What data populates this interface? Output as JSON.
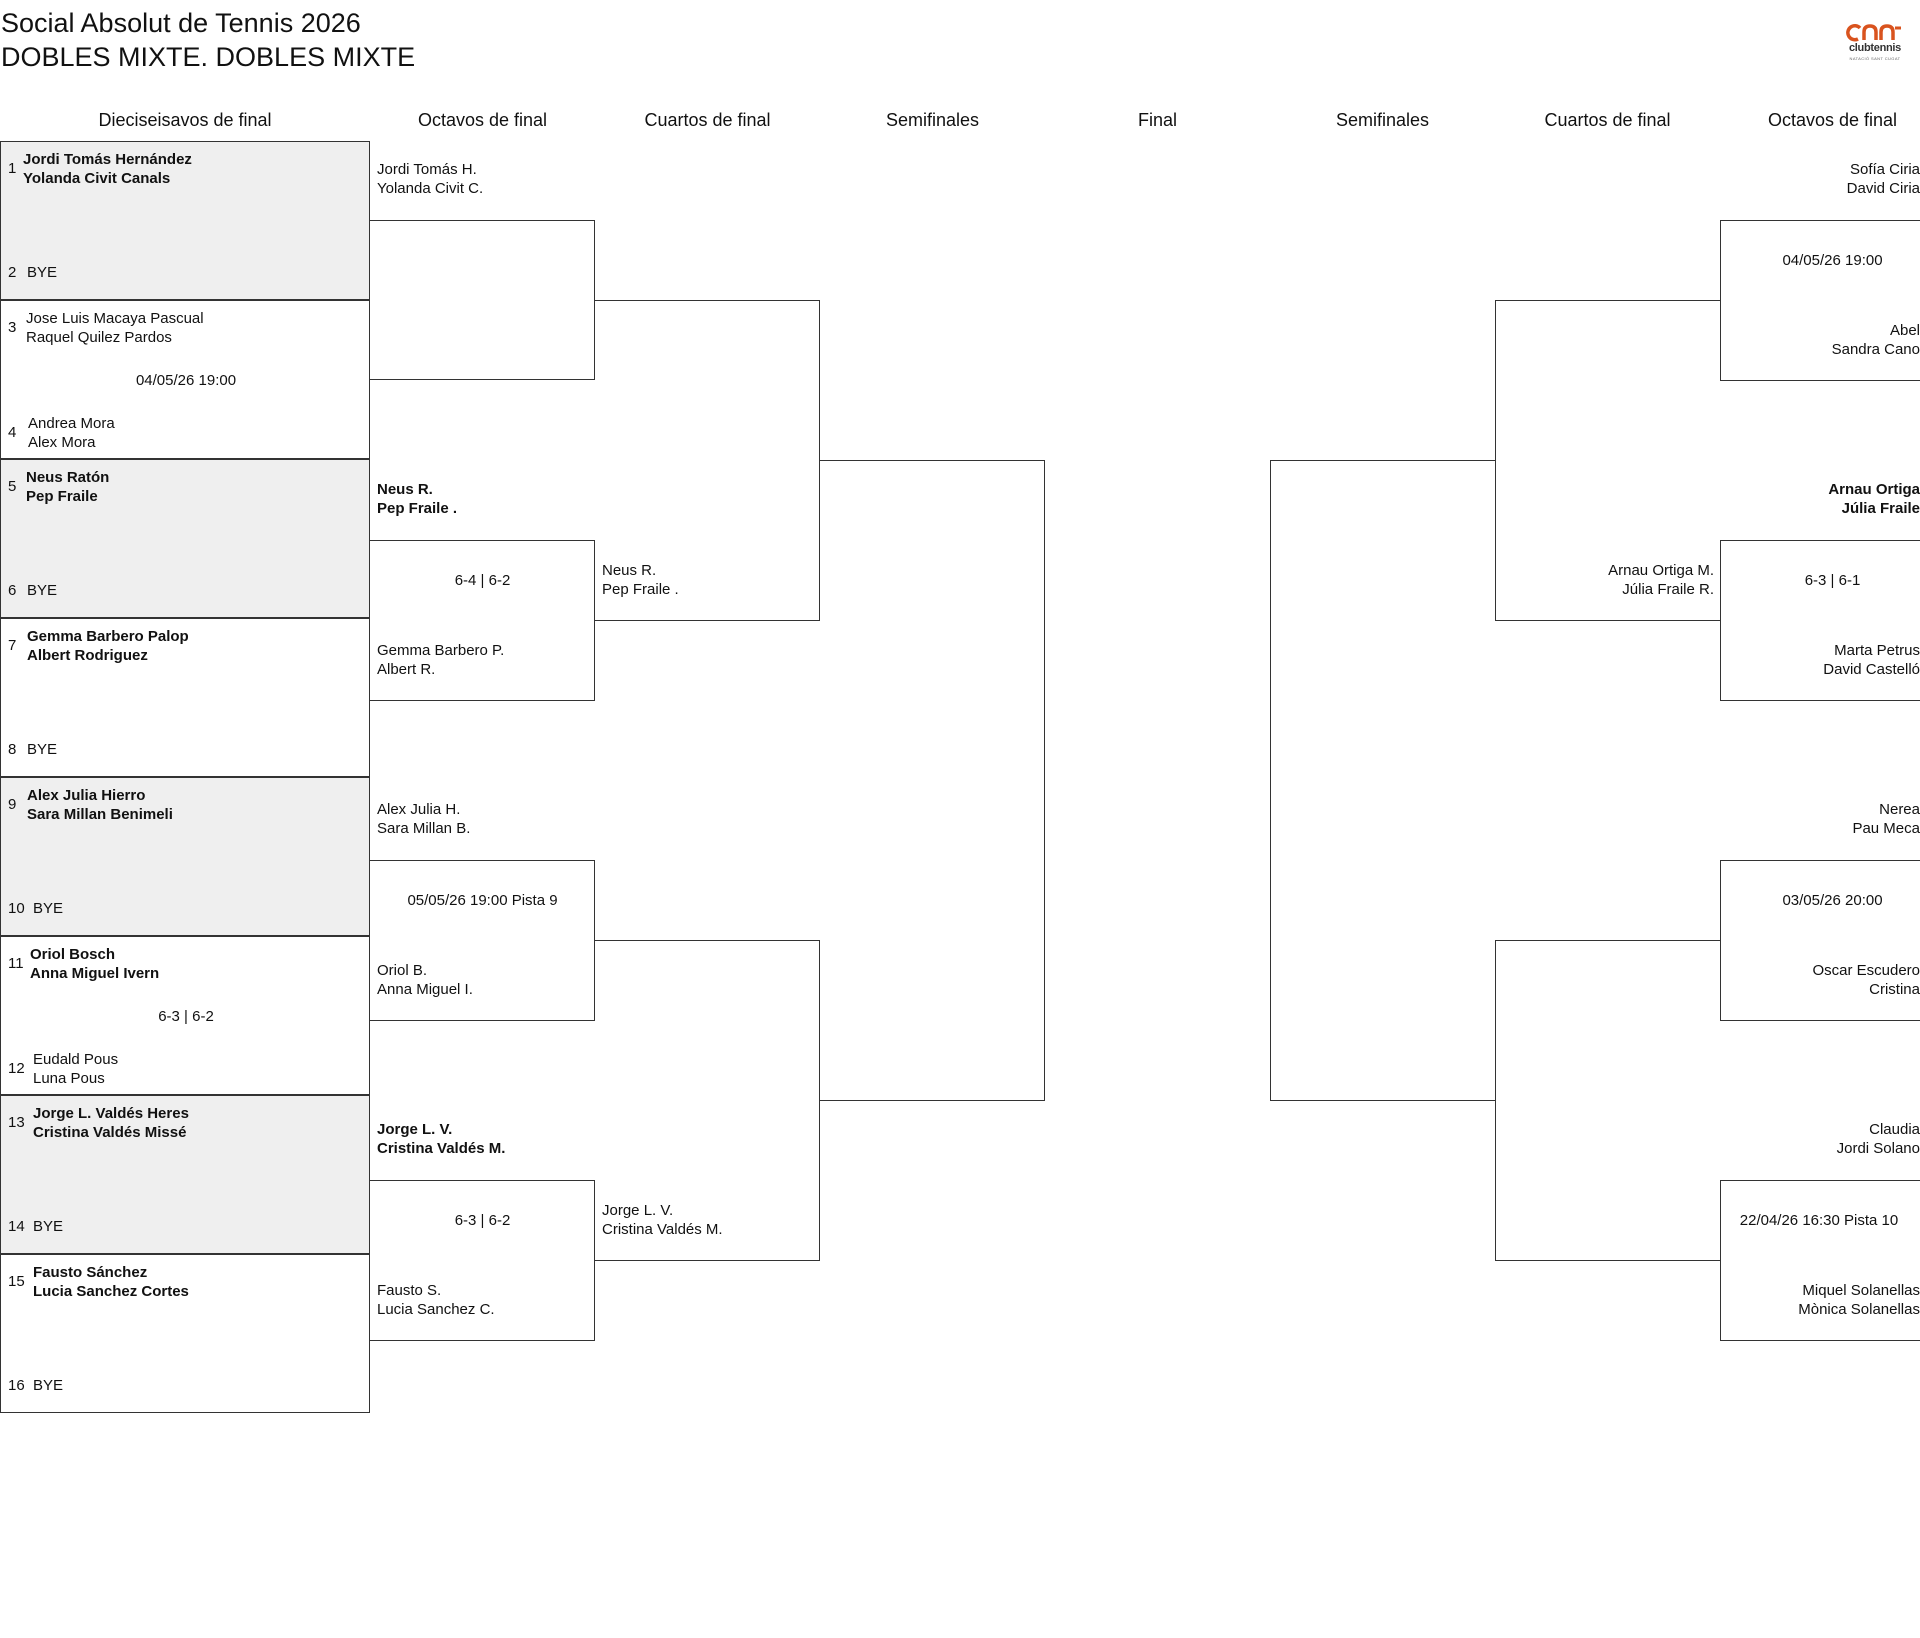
{
  "header": {
    "tournament": "Social Absolut de Tennis 2026",
    "category": "DOBLES MIXTE. DOBLES MIXTE",
    "logo_text": "clubtennis",
    "logo_subtext": "NATACIÓ SANT CUGAT",
    "logo_color": "#d9531e"
  },
  "rounds": {
    "r16": "Dieciseisavos de final",
    "r8": "Octavos de final",
    "qf": "Cuartos de final",
    "sf": "Semifinales",
    "final": "Final",
    "sf_right": "Semifinales",
    "qf_right": "Cuartos de final",
    "r8_right": "Octavos de final"
  },
  "first_round": [
    {
      "top": {
        "seed": "1",
        "p1": "Jordi Tomás Hernández",
        "p2": "Yolanda Civit Canals",
        "winner": true
      },
      "bottom": {
        "seed": "2",
        "bye": "BYE"
      },
      "info": ""
    },
    {
      "top": {
        "seed": "3",
        "p1": "Jose Luis Macaya Pascual",
        "p2": "Raquel Quilez Pardos",
        "winner": false
      },
      "bottom": {
        "seed": "4",
        "p1": "Andrea Mora",
        "p2": "Alex Mora",
        "winner": false
      },
      "info": "04/05/26 19:00"
    },
    {
      "top": {
        "seed": "5",
        "p1": "Neus Ratón",
        "p2": "Pep Fraile",
        "winner": true
      },
      "bottom": {
        "seed": "6",
        "bye": "BYE"
      },
      "info": ""
    },
    {
      "top": {
        "seed": "7",
        "p1": "Gemma Barbero Palop",
        "p2": "Albert Rodriguez",
        "winner": true
      },
      "bottom": {
        "seed": "8",
        "bye": "BYE"
      },
      "info": ""
    },
    {
      "top": {
        "seed": "9",
        "p1": "Alex Julia Hierro",
        "p2": "Sara Millan Benimeli",
        "winner": true
      },
      "bottom": {
        "seed": "10",
        "bye": "BYE"
      },
      "info": ""
    },
    {
      "top": {
        "seed": "11",
        "p1": "Oriol Bosch",
        "p2": "Anna Miguel Ivern",
        "winner": true
      },
      "bottom": {
        "seed": "12",
        "p1": "Eudald Pous",
        "p2": "Luna Pous",
        "winner": false
      },
      "info": "6-3 | 6-2"
    },
    {
      "top": {
        "seed": "13",
        "p1": "Jorge L. Valdés Heres",
        "p2": "Cristina Valdés Missé",
        "winner": true
      },
      "bottom": {
        "seed": "14",
        "bye": "BYE"
      },
      "info": ""
    },
    {
      "top": {
        "seed": "15",
        "p1": "Fausto Sánchez",
        "p2": "Lucia Sanchez Cortes",
        "winner": true
      },
      "bottom": {
        "seed": "16",
        "bye": "BYE"
      },
      "info": ""
    }
  ],
  "left_r8": [
    {
      "top": {
        "p1": "Jordi Tomás H.",
        "p2": "Yolanda Civit C.",
        "winner": false
      },
      "bottom": {
        "p1": "",
        "p2": ""
      },
      "info": ""
    },
    {
      "top": {
        "p1": "Neus R.",
        "p2": "Pep Fraile .",
        "winner": true
      },
      "bottom": {
        "p1": "Gemma Barbero P.",
        "p2": "Albert R.",
        "winner": false
      },
      "info": "6-4 | 6-2"
    },
    {
      "top": {
        "p1": "Alex Julia H.",
        "p2": "Sara Millan B.",
        "winner": false
      },
      "bottom": {
        "p1": "Oriol B.",
        "p2": "Anna Miguel I.",
        "winner": false
      },
      "info": "05/05/26 19:00 Pista 9"
    },
    {
      "top": {
        "p1": "Jorge L. V.",
        "p2": "Cristina Valdés M.",
        "winner": true
      },
      "bottom": {
        "p1": "Fausto S.",
        "p2": "Lucia Sanchez C.",
        "winner": false
      },
      "info": "6-3 | 6-2"
    }
  ],
  "left_qf": [
    {
      "top": {
        "p1": "",
        "p2": ""
      },
      "bottom": {
        "p1": "Neus R.",
        "p2": "Pep Fraile ."
      }
    },
    {
      "top": {
        "p1": "",
        "p2": ""
      },
      "bottom": {
        "p1": "Jorge L. V.",
        "p2": "Cristina Valdés M."
      }
    }
  ],
  "right_r8": [
    {
      "top": {
        "p1": "Sofía Ciria",
        "p2": "David Ciria",
        "winner": false
      },
      "bottom": {
        "p1": "Abel",
        "p2": "Sandra Cano",
        "winner": false
      },
      "info": "04/05/26 19:00"
    },
    {
      "top": {
        "p1": "Arnau Ortiga",
        "p2": "Júlia Fraile",
        "winner": true
      },
      "bottom": {
        "p1": "Marta Petrus",
        "p2": "David Castelló",
        "winner": false
      },
      "info": "6-3 | 6-1"
    },
    {
      "top": {
        "p1": "Nerea",
        "p2": "Pau Meca",
        "winner": false
      },
      "bottom": {
        "p1": "Oscar Escudero",
        "p2": "Cristina",
        "winner": false
      },
      "info": "03/05/26 20:00"
    },
    {
      "top": {
        "p1": "Claudia",
        "p2": "Jordi Solano",
        "winner": false
      },
      "bottom": {
        "p1": "Miquel Solanellas",
        "p2": "Mònica Solanellas",
        "winner": false
      },
      "info": "22/04/26 16:30 Pista 10"
    }
  ],
  "right_qf": [
    {
      "bottom": {
        "p1": "Arnau Ortiga M.",
        "p2": "Júlia Fraile R."
      }
    }
  ]
}
